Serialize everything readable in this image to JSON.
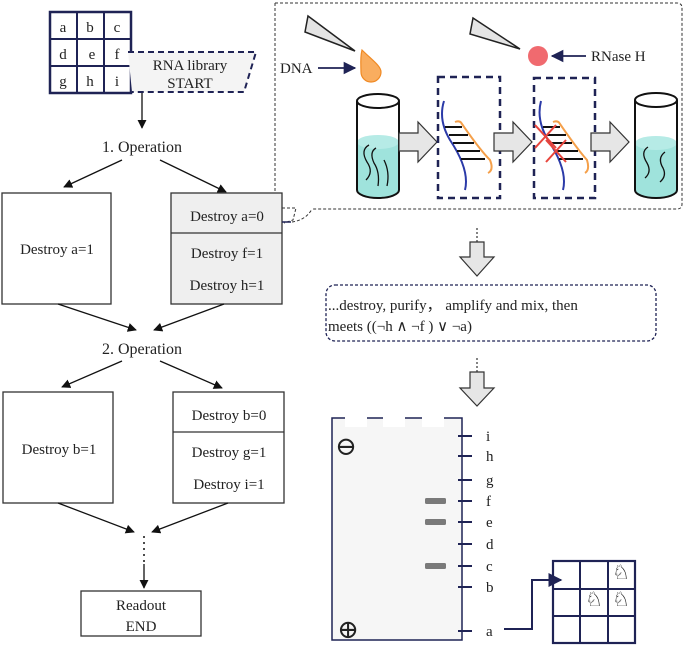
{
  "library_grid": {
    "cells": [
      "a",
      "b",
      "c",
      "d",
      "e",
      "f",
      "g",
      "h",
      "i"
    ]
  },
  "start_label": [
    "RNA library",
    "START"
  ],
  "operation1": {
    "title": "1. Operation",
    "left_box": [
      "Destroy a=1"
    ],
    "right_box_top": "Destroy a=0",
    "right_box_bottom": [
      "Destroy f=1",
      "Destroy h=1"
    ]
  },
  "operation2": {
    "title": "2. Operation",
    "left_box": [
      "Destroy b=1"
    ],
    "right_box_top": "Destroy b=0",
    "right_box_bottom": [
      "Destroy g=1",
      "Destroy i=1"
    ]
  },
  "end_label": [
    "Readout",
    "END"
  ],
  "process": {
    "dna_label": "DNA",
    "rnase_label": "RNase H"
  },
  "summary_text": [
    "...destroy, purify， amplify and  mix, then",
    "meets ((¬h ∧ ¬f ) ∨ ¬a)"
  ],
  "gel": {
    "negative_symbol": "⊖",
    "positive_symbol": "⊕",
    "lanes": [
      "i",
      "h",
      "g",
      "f",
      "e",
      "d",
      "c",
      "b",
      "a"
    ],
    "bands_present": [
      "f",
      "e",
      "c"
    ]
  },
  "result_grid": {
    "knights": [
      [
        false,
        false,
        true
      ],
      [
        false,
        true,
        true
      ],
      [
        false,
        false,
        false
      ]
    ],
    "knight_glyph": "♘"
  },
  "colors": {
    "navy": "#1f2355",
    "orange": "#f5a04a",
    "drop_orange": "#f9ad5f",
    "rnase_red": "#f06a6f",
    "liquid": "#9fe3dc",
    "blue_strand": "#2b3aa8",
    "cross_red": "#e8453c",
    "box_gray": "#f2f2f2",
    "arrow_gray": "#e6e6e6"
  }
}
